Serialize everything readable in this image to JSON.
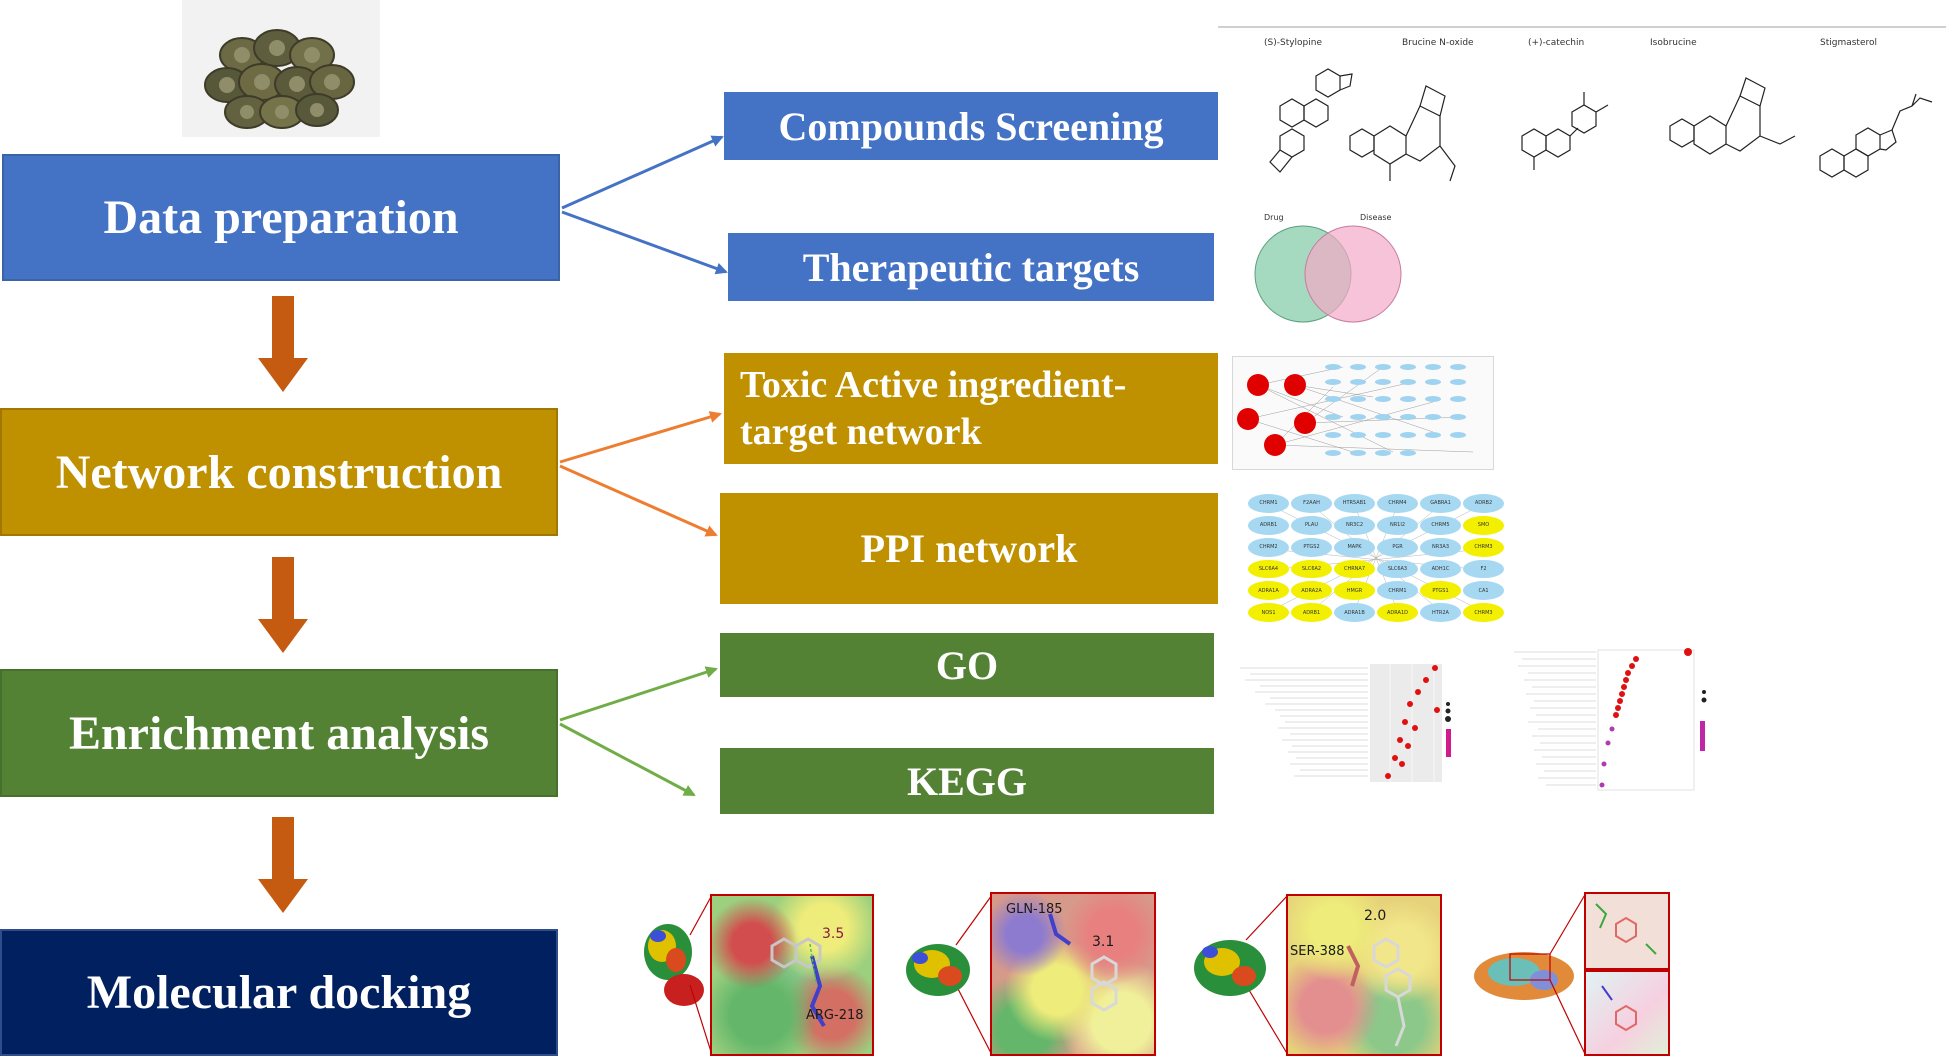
{
  "main_steps": [
    {
      "label": "Data preparation",
      "color": "#4472c4"
    },
    {
      "label": "Network construction",
      "color": "#bf9000"
    },
    {
      "label": "Enrichment analysis",
      "color": "#548235"
    },
    {
      "label": "Molecular docking",
      "color": "#002060"
    }
  ],
  "sub_steps": {
    "compounds": "Compounds Screening",
    "targets": "Therapeutic targets",
    "toxic_network": "Toxic Active ingredient-target network",
    "ppi": "PPI network",
    "go": "GO",
    "kegg": "KEGG"
  },
  "compounds": [
    "(S)-Stylopine",
    "Brucine N-oxide",
    "(+)-catechin",
    "Isobrucine",
    "Stigmasterol"
  ],
  "venn": {
    "left_label": "Drug",
    "right_label": "Disease"
  },
  "ppi_nodes": [
    "CHRM1",
    "F2AAH",
    "HTR5AB1",
    "CHRM4",
    "GABRA1",
    "ADRB2",
    "ADRB1",
    "PLAU",
    "NR3C2",
    "NR1I2",
    "CHRM5",
    "SMO",
    "CHRM2",
    "PTGS2",
    "MAPK",
    "PGR",
    "NR3A3",
    "CHRM3",
    "SLC6A4",
    "SLC6A2",
    "CHRNA7",
    "SLC6A3",
    "ADH1C",
    "F2",
    "ADRA1A",
    "ADRA2A",
    "HMGR",
    "CHRM1",
    "PTGS1",
    "CA1",
    "NOS1",
    "ADRB1",
    "ADRA1B",
    "ADRA1D",
    "HTR2A",
    "CHRM3"
  ],
  "docking": {
    "panel1": {
      "residue": "ARG-218",
      "distance": "3.5"
    },
    "panel2": {
      "residue": "GLN-185",
      "distance": "3.1"
    },
    "panel3": {
      "residue": "SER-388",
      "distance": "2.0"
    }
  },
  "colors": {
    "arrow_down": "#c55a11",
    "arrow_blue": "#4472c4",
    "arrow_orange": "#ed7d31",
    "arrow_green": "#70ad47"
  }
}
